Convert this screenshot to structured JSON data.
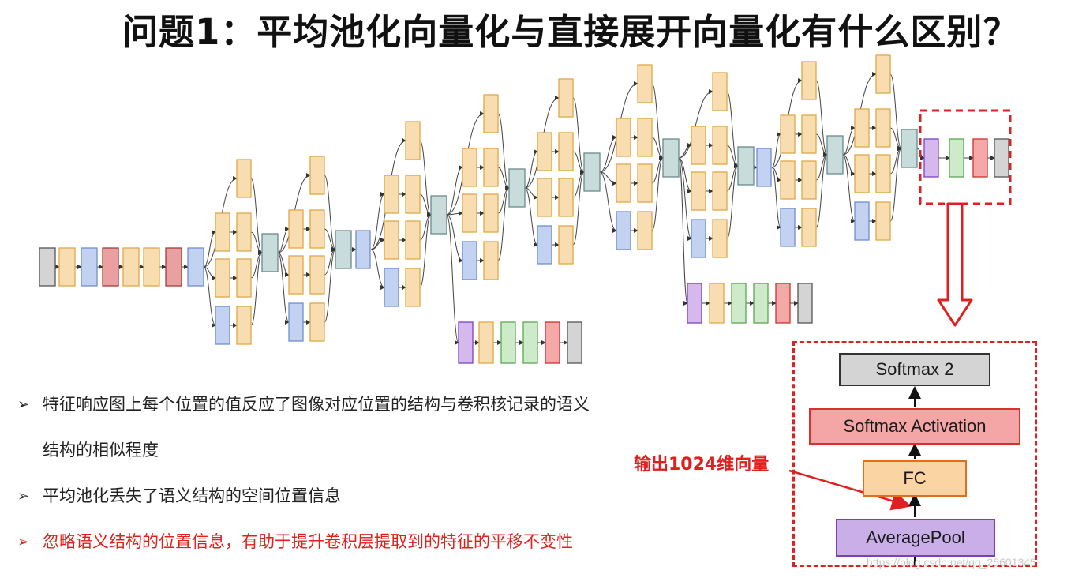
{
  "title": "问题1：平均池化向量化与直接展开向量化有什么区别？",
  "bullets": [
    {
      "marker": "➢",
      "lines": [
        "特征响应图上每个位置的值反应了图像对应位置的结构与卷积核记录的语义",
        "结构的相似程度"
      ],
      "color": "#222222"
    },
    {
      "marker": "➢",
      "lines": [
        "平均池化丢失了语义结构的空间位置信息"
      ],
      "color": "#222222"
    },
    {
      "marker": "➢",
      "lines": [
        "忽略语义结构的位置信息，有助于提升卷积层提取到的特征的平移不变性"
      ],
      "color": "#e0201c"
    }
  ],
  "callout": {
    "blocks": [
      {
        "id": "softmax2",
        "label": "Softmax 2",
        "fill": "#d4d4d4",
        "border": "#333333"
      },
      {
        "id": "softmax-activation",
        "label": "Softmax Activation",
        "fill": "#f4a6a6",
        "border": "#d93030"
      },
      {
        "id": "fc",
        "label": "FC",
        "fill": "#fbd4a4",
        "border": "#e07020"
      },
      {
        "id": "average-pool",
        "label": "AveragePool",
        "fill": "#c9aee8",
        "border": "#7b3fb8"
      }
    ],
    "annotation": "输出1024维向量"
  },
  "watermark": "https://blog.csdn.net/qq_25601345",
  "colors": {
    "conv": "#f8ddb0",
    "conv_border": "#e0a848",
    "pool": "#c2d2f0",
    "pool_border": "#6f8fd0",
    "concat": "#c8dcdc",
    "concat_border": "#6a8a8a",
    "lrn": "#e9a0a0",
    "lrn_border": "#a83838",
    "avgpool": "#d4b8ee",
    "avgpool_border": "#8040c0",
    "fc": "#cdebc8",
    "fc_border": "#5aa850",
    "softmax_act": "#f4a8a8",
    "softmax_act_border": "#d03030",
    "softmax": "#d4d4d4",
    "softmax_border": "#555555",
    "highlight": "#e02020"
  }
}
